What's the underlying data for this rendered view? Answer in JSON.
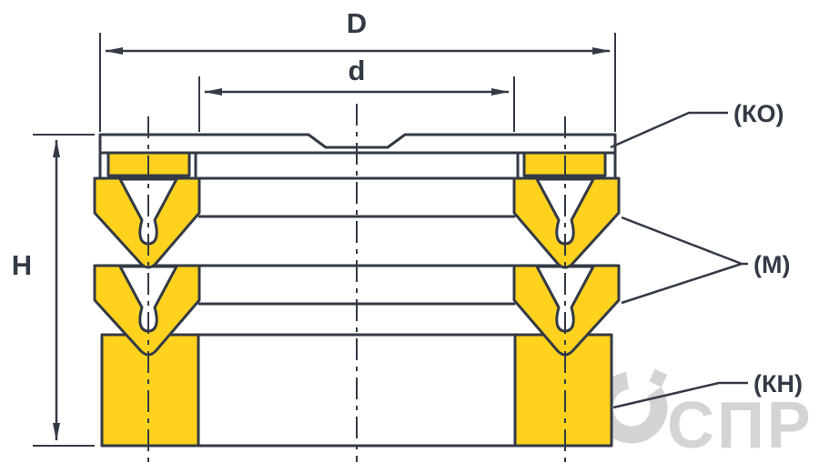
{
  "diagram": {
    "dimensions": {
      "outer_diameter": "D",
      "inner_diameter": "d",
      "height": "H"
    },
    "part_labels": {
      "top_ring": "(КО)",
      "seal_rings": "(М)",
      "bottom_ring": "(КН)"
    },
    "watermark": "СПР",
    "colors": {
      "line": "#333a45",
      "seal_fill": "#ffd21e",
      "watermark": "#d4d4d4",
      "background": "#ffffff"
    }
  }
}
